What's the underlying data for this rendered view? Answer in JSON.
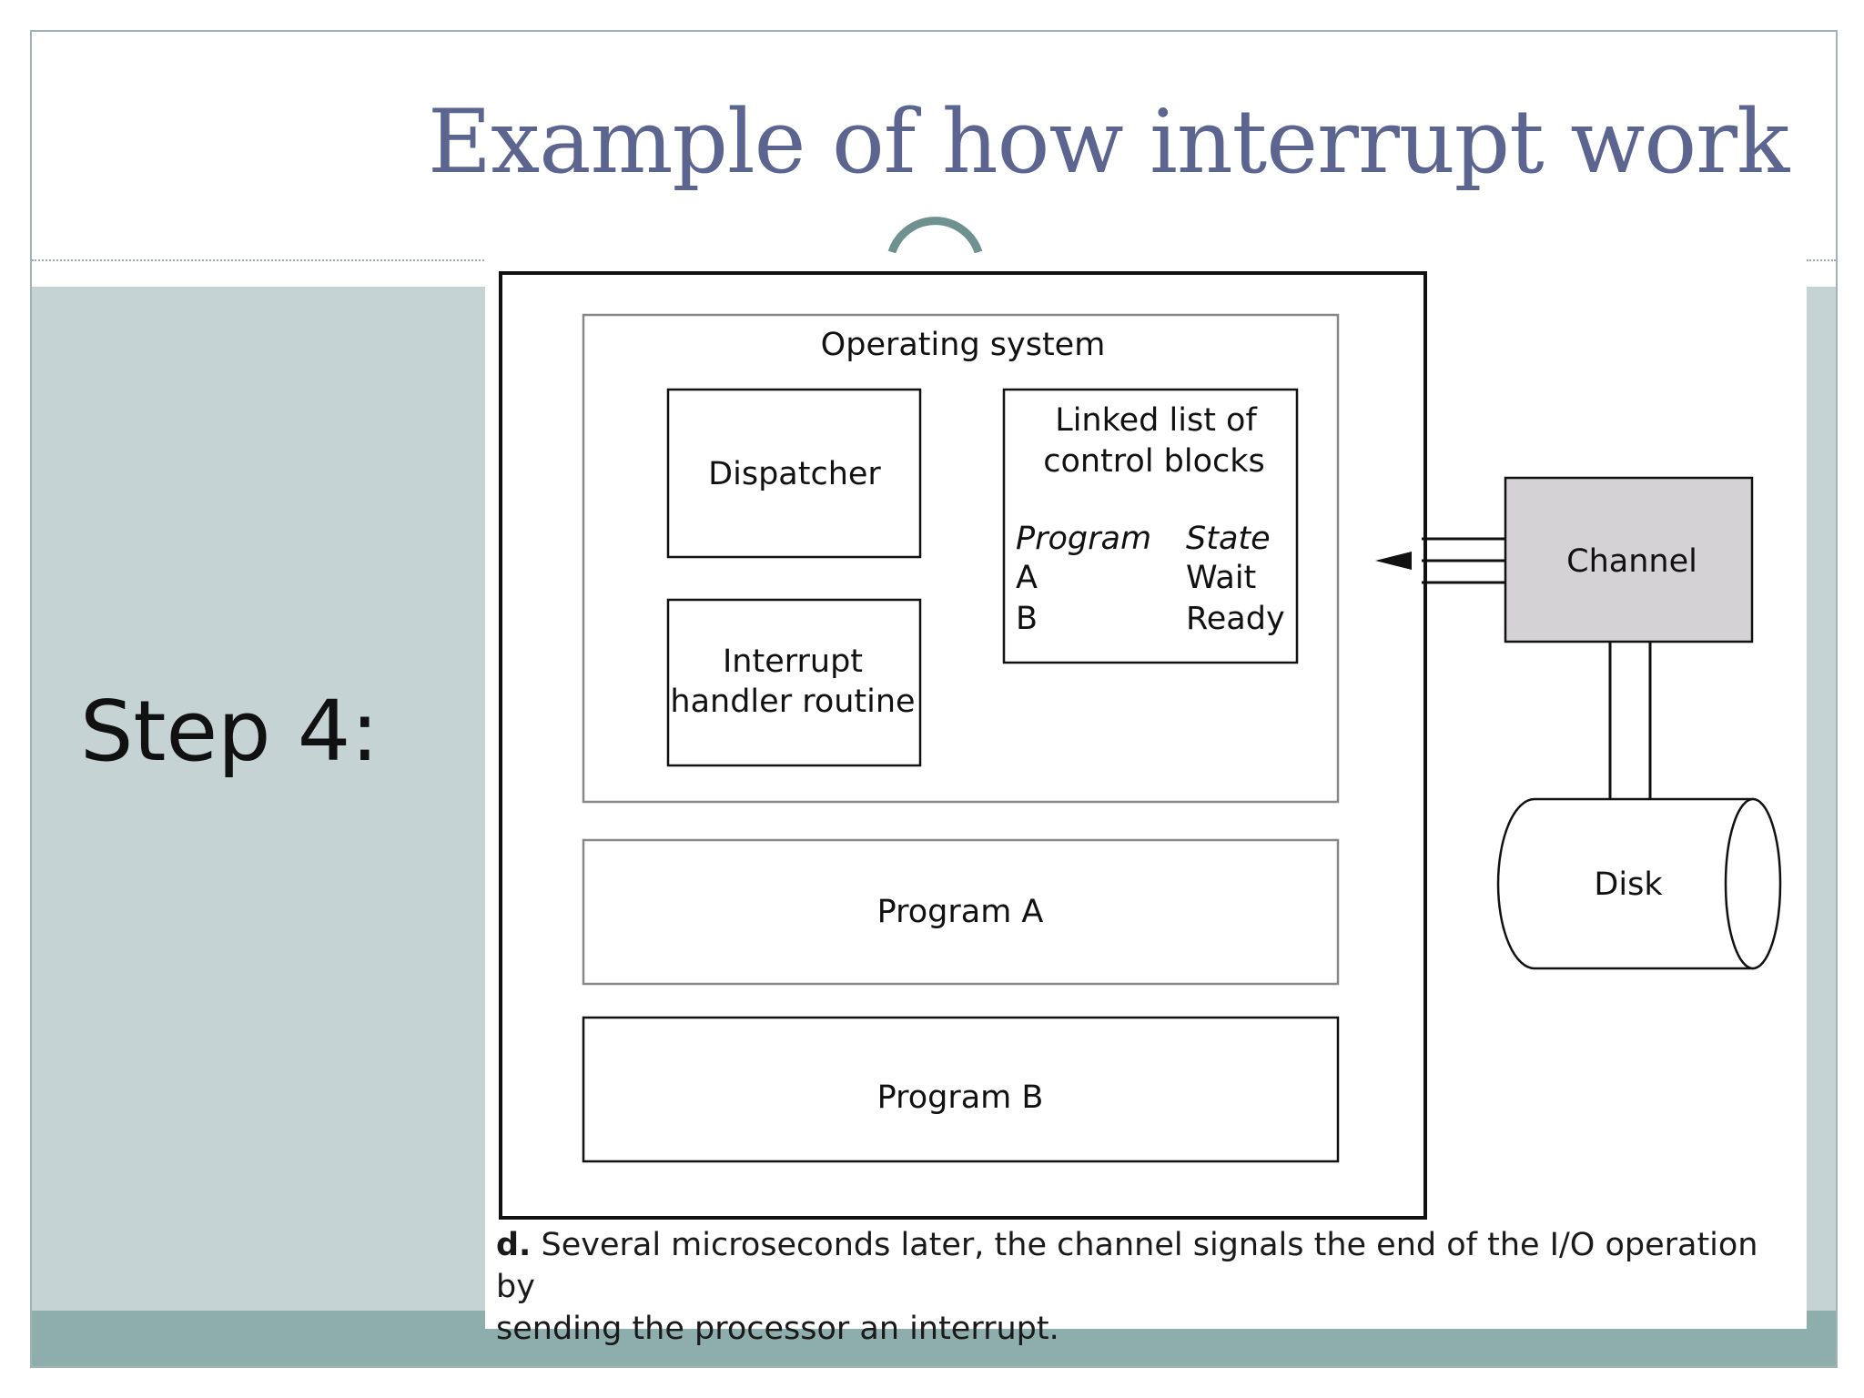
{
  "slide": {
    "title": "Example of how interrupt work",
    "step_label": "Step 4:"
  },
  "diagram": {
    "memory": {
      "operating_system_label": "Operating system",
      "dispatcher_label": "Dispatcher",
      "interrupt_handler_label_line1": "Interrupt",
      "interrupt_handler_label_line2": "handler routine",
      "control_blocks": {
        "title_line1": "Linked list of",
        "title_line2": "control blocks",
        "column_program": "Program",
        "column_state": "State",
        "rows": [
          {
            "program": "A",
            "state": "Wait"
          },
          {
            "program": "B",
            "state": "Ready"
          }
        ]
      },
      "program_a_label": "Program A",
      "program_b_label": "Program B"
    },
    "channel_label": "Channel",
    "disk_label": "Disk"
  },
  "caption": {
    "letter": "d.",
    "line1": "Several microseconds later, the channel signals the end of the I/O operation by",
    "line2": "sending the processor an interrupt."
  },
  "colors": {
    "title": "#5b6590",
    "side_panel": "#c5d3d4",
    "bottom_band": "#8eadad",
    "channel_fill": "#d4d2d4"
  }
}
